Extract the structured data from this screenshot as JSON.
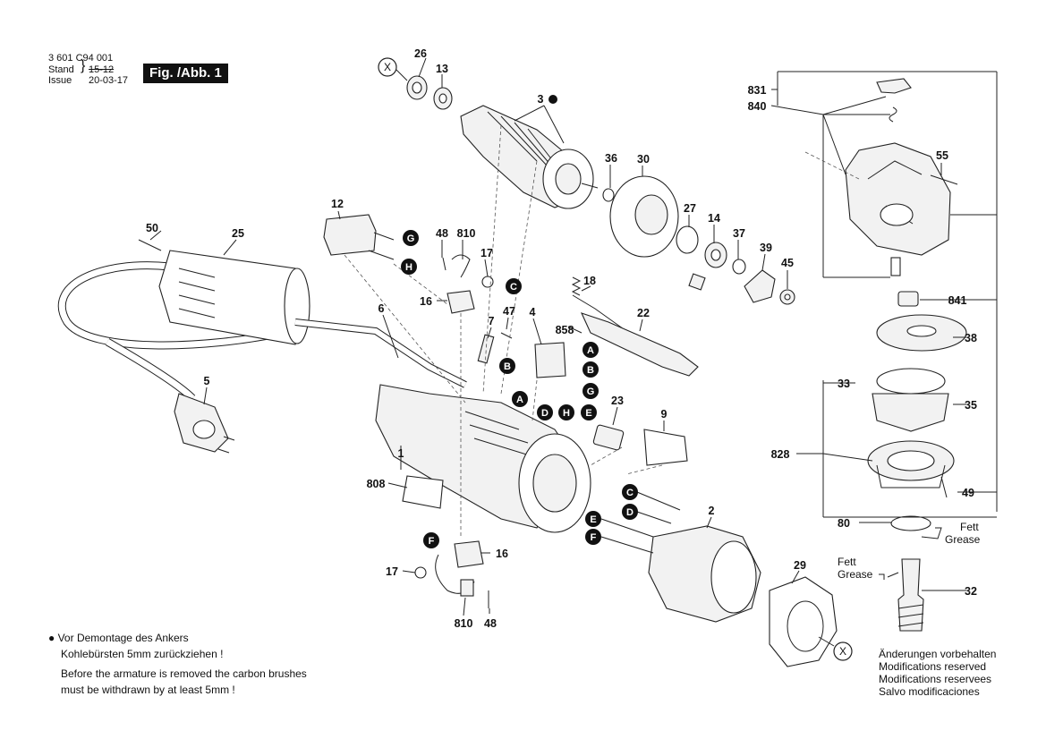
{
  "header": {
    "doc_number": "3 601 C94 001",
    "stand_label": "Stand",
    "stand_value": "15-12",
    "issue_label": "Issue",
    "issue_value": "20-03-17",
    "figure_label": "Fig. /Abb. 1"
  },
  "callouts": {
    "p26": "26",
    "p13": "13",
    "p3": "3",
    "p36": "36",
    "p30": "30",
    "p27": "27",
    "p14": "14",
    "p37": "37",
    "p39": "39",
    "p45": "45",
    "p831": "831",
    "p840": "840",
    "p55": "55",
    "p841": "841",
    "p38": "38",
    "p33": "33",
    "p35": "35",
    "p828": "828",
    "p49": "49",
    "p80": "80",
    "p32": "32",
    "p12": "12",
    "p48a": "48",
    "p810a": "810",
    "p17a": "17",
    "p16a": "16",
    "p50": "50",
    "p25": "25",
    "p6": "6",
    "p5": "5",
    "p18": "18",
    "p22": "22",
    "p47": "47",
    "p7": "7",
    "p4": "4",
    "p858": "858",
    "p23": "23",
    "p9": "9",
    "p1": "1",
    "p808": "808",
    "p2": "2",
    "p16b": "16",
    "p17b": "17",
    "p810b": "810",
    "p48b": "48",
    "p29": "29"
  },
  "badges": {
    "g1": "G",
    "h1": "H",
    "c1": "C",
    "a1": "A",
    "b1": "B",
    "b2": "B",
    "a2": "A",
    "g2": "G",
    "d1": "D",
    "h2": "H",
    "e1": "E",
    "c2": "C",
    "d2": "D",
    "e2": "E",
    "f2": "F",
    "f1": "F"
  },
  "x_marks": {
    "x1": "X",
    "x2": "X"
  },
  "grease": {
    "right_line1": "Fett",
    "right_line2": "Grease",
    "left_line1": "Fett",
    "left_line2": "Grease"
  },
  "footnote": {
    "de_line1": "Vor Demontage des Ankers",
    "de_line2": "Kohlebürsten 5mm zurückziehen !",
    "en_line1": "Before the armature is removed the carbon brushes",
    "en_line2": "must be withdrawn by at least 5mm !"
  },
  "modifications": {
    "de": "Änderungen vorbehalten",
    "en": "Modifications reserved",
    "fr": "Modifications reservees",
    "es": "Salvo modificaciones"
  }
}
